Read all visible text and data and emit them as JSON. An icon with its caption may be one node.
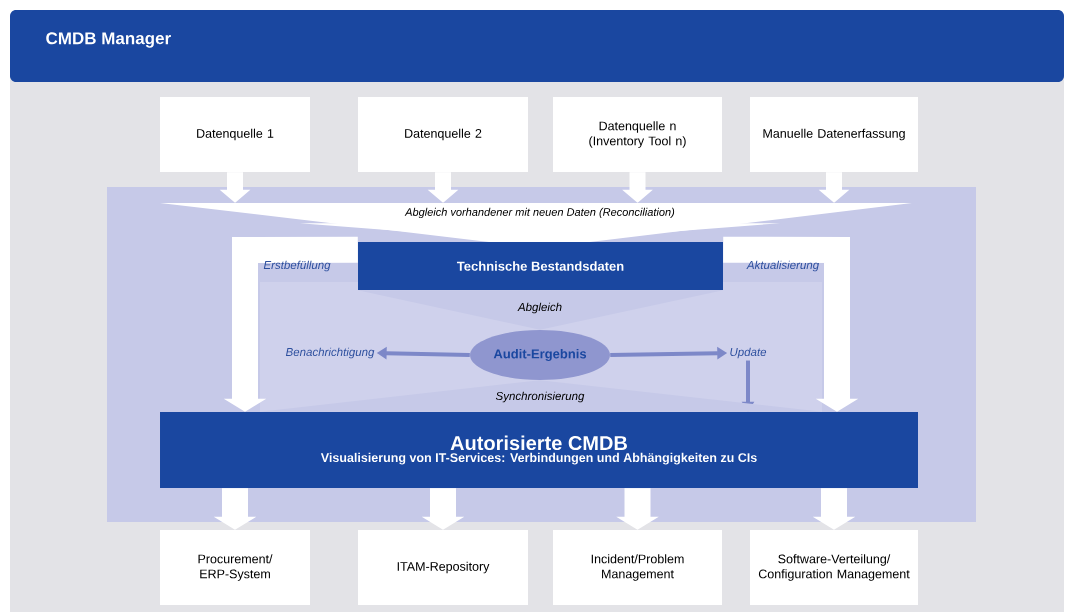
{
  "diagram": {
    "title": "CMDB Manager",
    "nodes": [
      {
        "text": [
          "Datenquelle 1"
        ]
      },
      {
        "text": [
          "Datenquelle 2"
        ]
      },
      {
        "text": [
          "Datenquelle n (Inventory Tool n)"
        ]
      },
      {
        "text": [
          "Manuelle Datenerfassung"
        ]
      },
      {
        "text": [
          "Abgleich vorhandener mit neuen Daten (Reconciliation)"
        ]
      },
      {
        "text": [
          "Technische Bestandsdaten"
        ]
      },
      {
        "text": [
          "Benachrichtigung"
        ]
      },
      {
        "text": [
          "Audit-Ergebnis"
        ]
      },
      {
        "text": [
          "Update"
        ]
      },
      {
        "text": [
          "Autorisierte CMDB",
          "Visualisierung von IT-Services: Verbindungen und Abhängigkeiten zu CIs"
        ]
      },
      {
        "text": [
          "Procurement/ ERP-System"
        ]
      },
      {
        "text": [
          "ITAM-Repository"
        ]
      },
      {
        "text": [
          "Incident/Problem Management"
        ]
      },
      {
        "text": [
          "Software-Verteilung/ Configuration Management"
        ]
      }
    ],
    "edges": [
      {
        "from": 0,
        "to": 4,
        "arrow": "to"
      },
      {
        "from": 1,
        "to": 4,
        "arrow": "to"
      },
      {
        "from": 2,
        "to": 4,
        "arrow": "to"
      },
      {
        "from": 3,
        "to": 4,
        "arrow": "to"
      },
      {
        "from": 4,
        "to": 5,
        "arrow": "none"
      },
      {
        "from": 5,
        "to": 9,
        "arrow": "to",
        "label": "Erstbefüllung"
      },
      {
        "from": 5,
        "to": 9,
        "arrow": "to",
        "label": "Aktualisierung"
      },
      {
        "from": 5,
        "to": 7,
        "arrow": "none",
        "label": "Abgleich"
      },
      {
        "from": 7,
        "to": 6,
        "arrow": "to",
        "color": "#7d88c8"
      },
      {
        "from": 7,
        "to": 8,
        "arrow": "to",
        "color": "#7d88c8"
      },
      {
        "from": 8,
        "to": 9,
        "arrow": "to",
        "color": "#7d88c8"
      },
      {
        "from": 7,
        "to": 9,
        "arrow": "none",
        "label": "Synchronisierung"
      },
      {
        "from": 9,
        "to": 10,
        "arrow": "to"
      },
      {
        "from": 9,
        "to": 11,
        "arrow": "to"
      },
      {
        "from": 9,
        "to": 12,
        "arrow": "to"
      },
      {
        "from": 9,
        "to": 13,
        "arrow": "to"
      }
    ]
  }
}
